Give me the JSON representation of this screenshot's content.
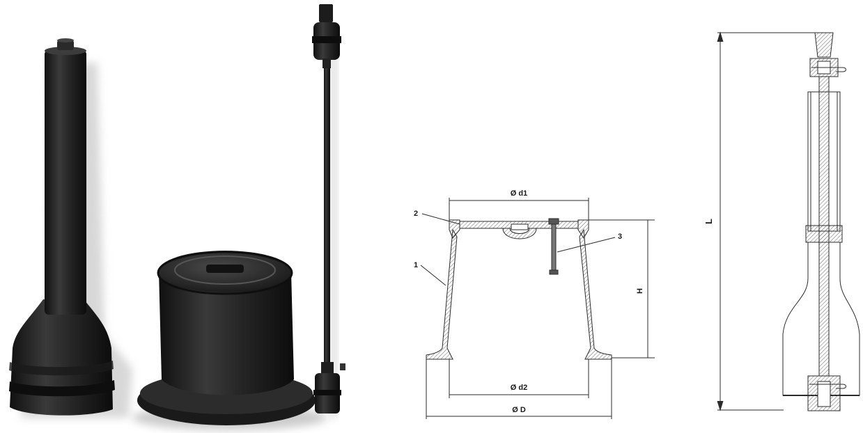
{
  "photos": {
    "items": [
      {
        "name": "spindle-extension-tube"
      },
      {
        "name": "surface-box"
      },
      {
        "name": "extension-spindle"
      }
    ]
  },
  "box_drawing": {
    "labels": {
      "top_diameter": "Ø d1",
      "inner_diameter": "Ø d2",
      "outer_diameter": "Ø D",
      "height": "H"
    },
    "callouts": {
      "body": "1",
      "lid": "2",
      "bolt": "3"
    }
  },
  "spindle_drawing": {
    "labels": {
      "length": "L"
    }
  },
  "colors": {
    "casting": "#1e1e1e",
    "line": "#2b2b2b",
    "hatch": "#6a6a6a",
    "background": "#ffffff"
  }
}
